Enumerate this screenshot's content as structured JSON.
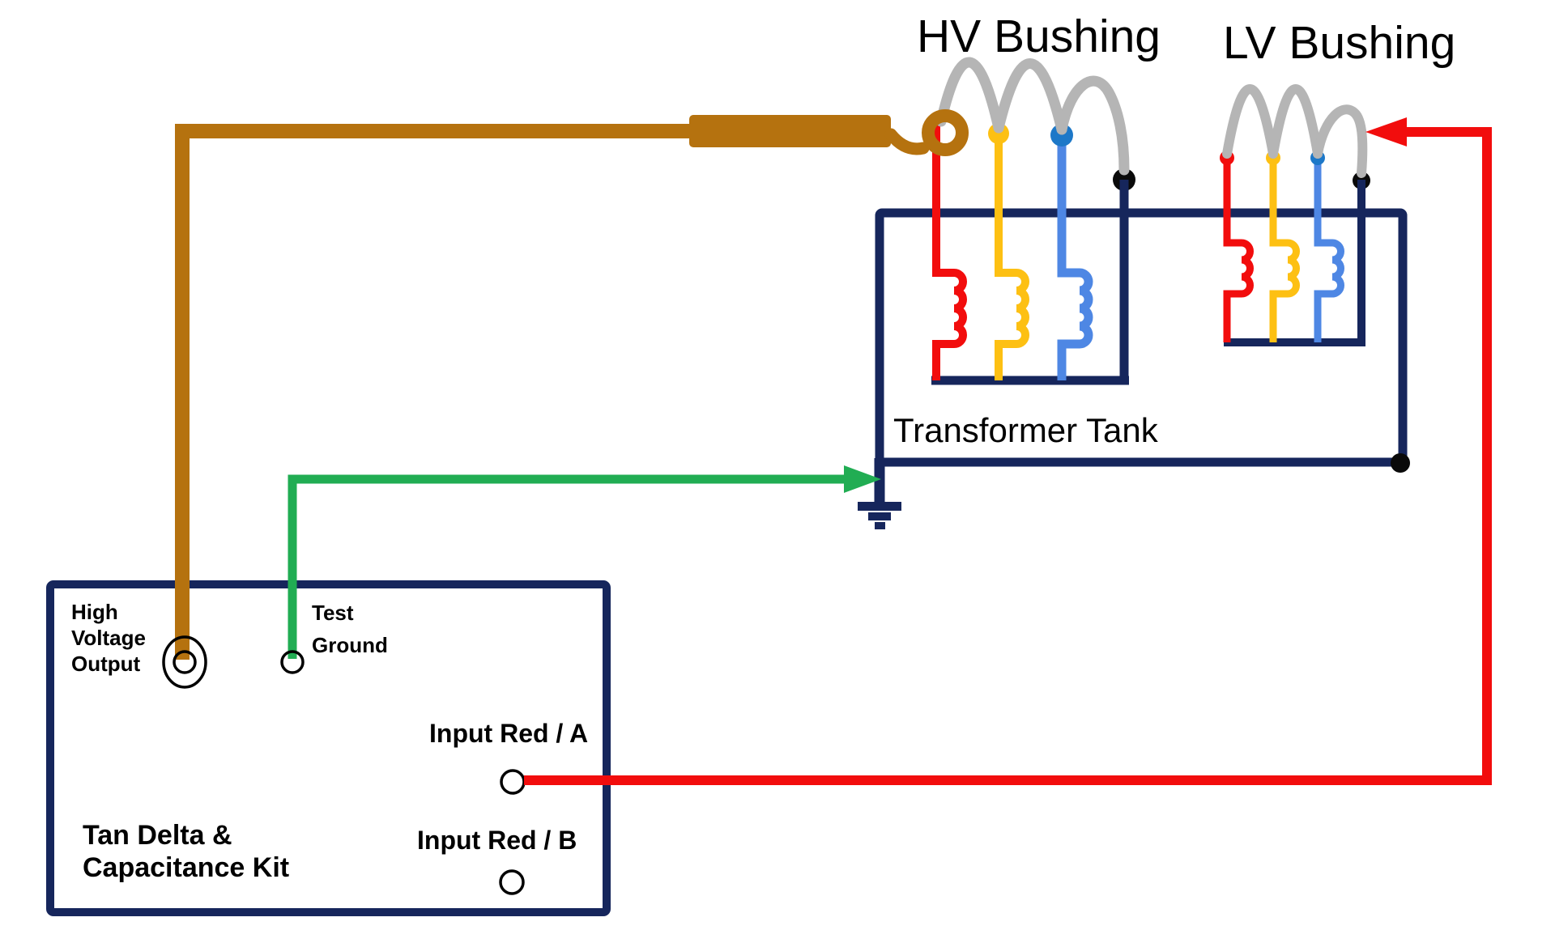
{
  "labels": {
    "hv_bushing": "HV Bushing",
    "lv_bushing": "LV Bushing",
    "transformer_tank": "Transformer Tank"
  },
  "kit": {
    "title_line1": "Tan Delta &",
    "title_line2": "Capacitance Kit",
    "hv_output_line1": "High",
    "hv_output_line2": "Voltage",
    "hv_output_line3": "Output",
    "test_ground_line1": "Test",
    "test_ground_line2": "Ground",
    "input_a": "Input Red / A",
    "input_b": "Input Red / B"
  },
  "colors": {
    "navy": "#16265c",
    "red": "#f20d0d",
    "yellow": "#fdc013",
    "blue": "#4e87e4",
    "blue_dot": "#1d78c8",
    "gray": "#b5b5b5",
    "brown": "#b5720f",
    "green": "#21ad53",
    "black": "#0a0a0a"
  }
}
